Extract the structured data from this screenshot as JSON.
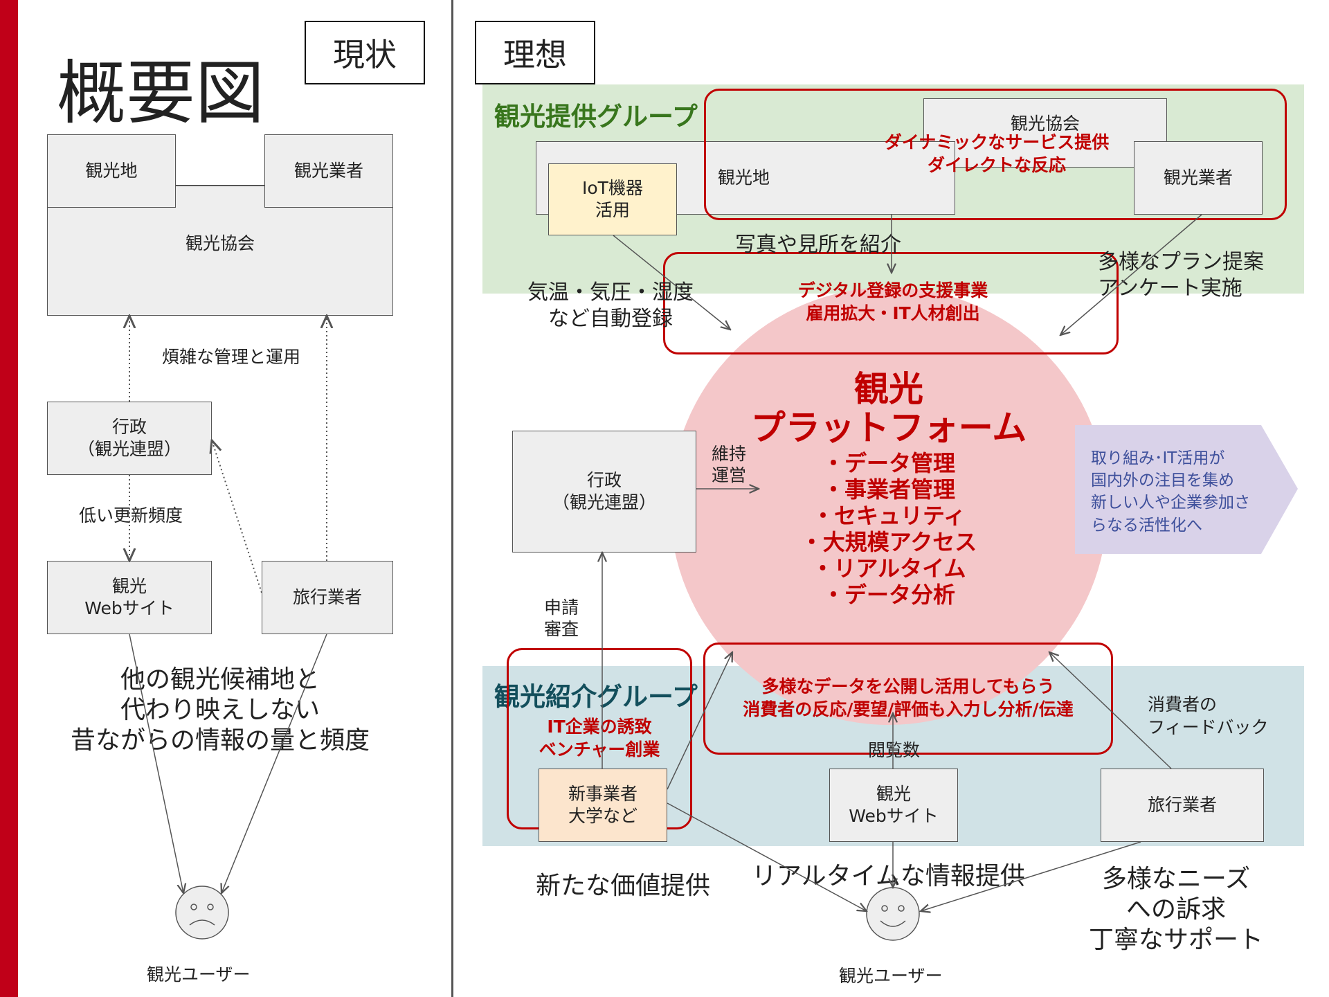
{
  "colors": {
    "accent_red": "#c00000",
    "left_bar": "#c00018",
    "green_group": "#d9ead3",
    "blue_group": "#d0e2e6",
    "platform_circle": "#f4c7c9",
    "callout": "#d9d2e9",
    "iot_box": "#fff2cc",
    "newbiz_box": "#fce5cd",
    "node_box": "#eeeeee"
  },
  "left": {
    "title": "概要図",
    "tag": "現状",
    "nodes": {
      "spot": "観光地",
      "operator": "観光業者",
      "association": "観光協会",
      "gov": "行政\n（観光連盟）",
      "website": "観光\nWebサイト",
      "agency": "旅行業者"
    },
    "labels": {
      "complex_mgmt": "煩雑な管理と運用",
      "low_update": "低い更新頻度",
      "problem": "他の観光候補地と\n代わり映えしない\n昔ながらの情報の量と頻度"
    },
    "user": {
      "label": "観光ユーザー",
      "icon": "sad-face-icon"
    }
  },
  "right": {
    "tag": "理想",
    "provider_group": "観光提供グループ",
    "intro_group": "観光紹介グループ",
    "nodes": {
      "association": "観光協会",
      "spot": "観光地",
      "operator": "観光業者",
      "iot": "IoT機器\n活用",
      "gov": "行政\n（観光連盟）",
      "newbiz": "新事業者\n大学など",
      "website": "観光\nWebサイト",
      "agency": "旅行業者"
    },
    "red_labels": {
      "dynamic": "ダイナミックなサービス提供\nダイレクトな反応",
      "digital": "デジタル登録の支援事業\n雇用拡大・IT人材創出",
      "it_invite": "IT企業の誘致\nベンチャー創業",
      "open_data": "多様なデータを公開し活用してもらう\n消費者の反応/要望/評価も入力し分析/伝達"
    },
    "platform": {
      "title": "観光\nプラットフォーム",
      "items": [
        "・データ管理",
        "・事業者管理",
        "・セキュリティ",
        "・大規模アクセス",
        "・リアルタイム",
        "・データ分析"
      ]
    },
    "labels": {
      "photos": "写真や見所を紹介",
      "weather": "気温・気圧・湿度\nなど自動登録",
      "plans": "多様なプラン提案\nアンケート実施",
      "maintain": "維持\n運営",
      "apply": "申請\n審査",
      "views": "閲覧数",
      "feedback": "消費者の\nフィードバック",
      "new_value": "新たな価値提供",
      "realtime": "リアルタイムな情報提供",
      "needs": "多様なニーズ\nへの訴求\n丁寧なサポート"
    },
    "callout": "取り組み･IT活用が\n国内外の注目を集め\n新しい人や企業参加さ\nらなる活性化へ",
    "user": {
      "label": "観光ユーザー",
      "icon": "smile-face-icon"
    }
  }
}
